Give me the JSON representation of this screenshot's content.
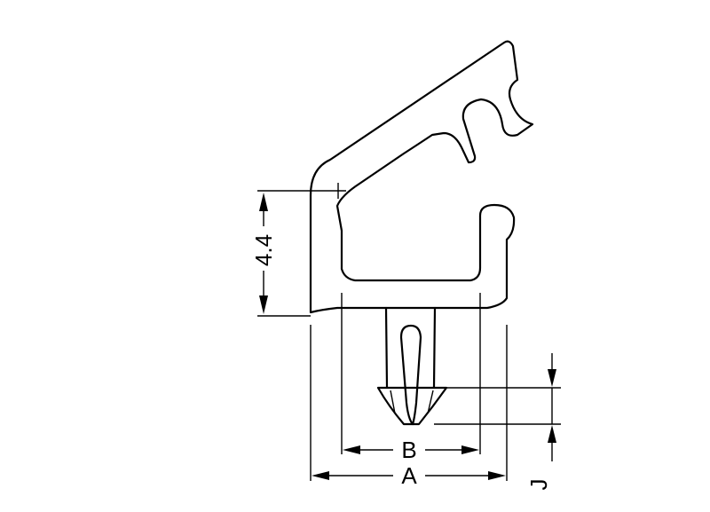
{
  "dimensions": {
    "height_value": "4.4",
    "width_outer": "A",
    "width_inner": "B",
    "gap": "J"
  }
}
